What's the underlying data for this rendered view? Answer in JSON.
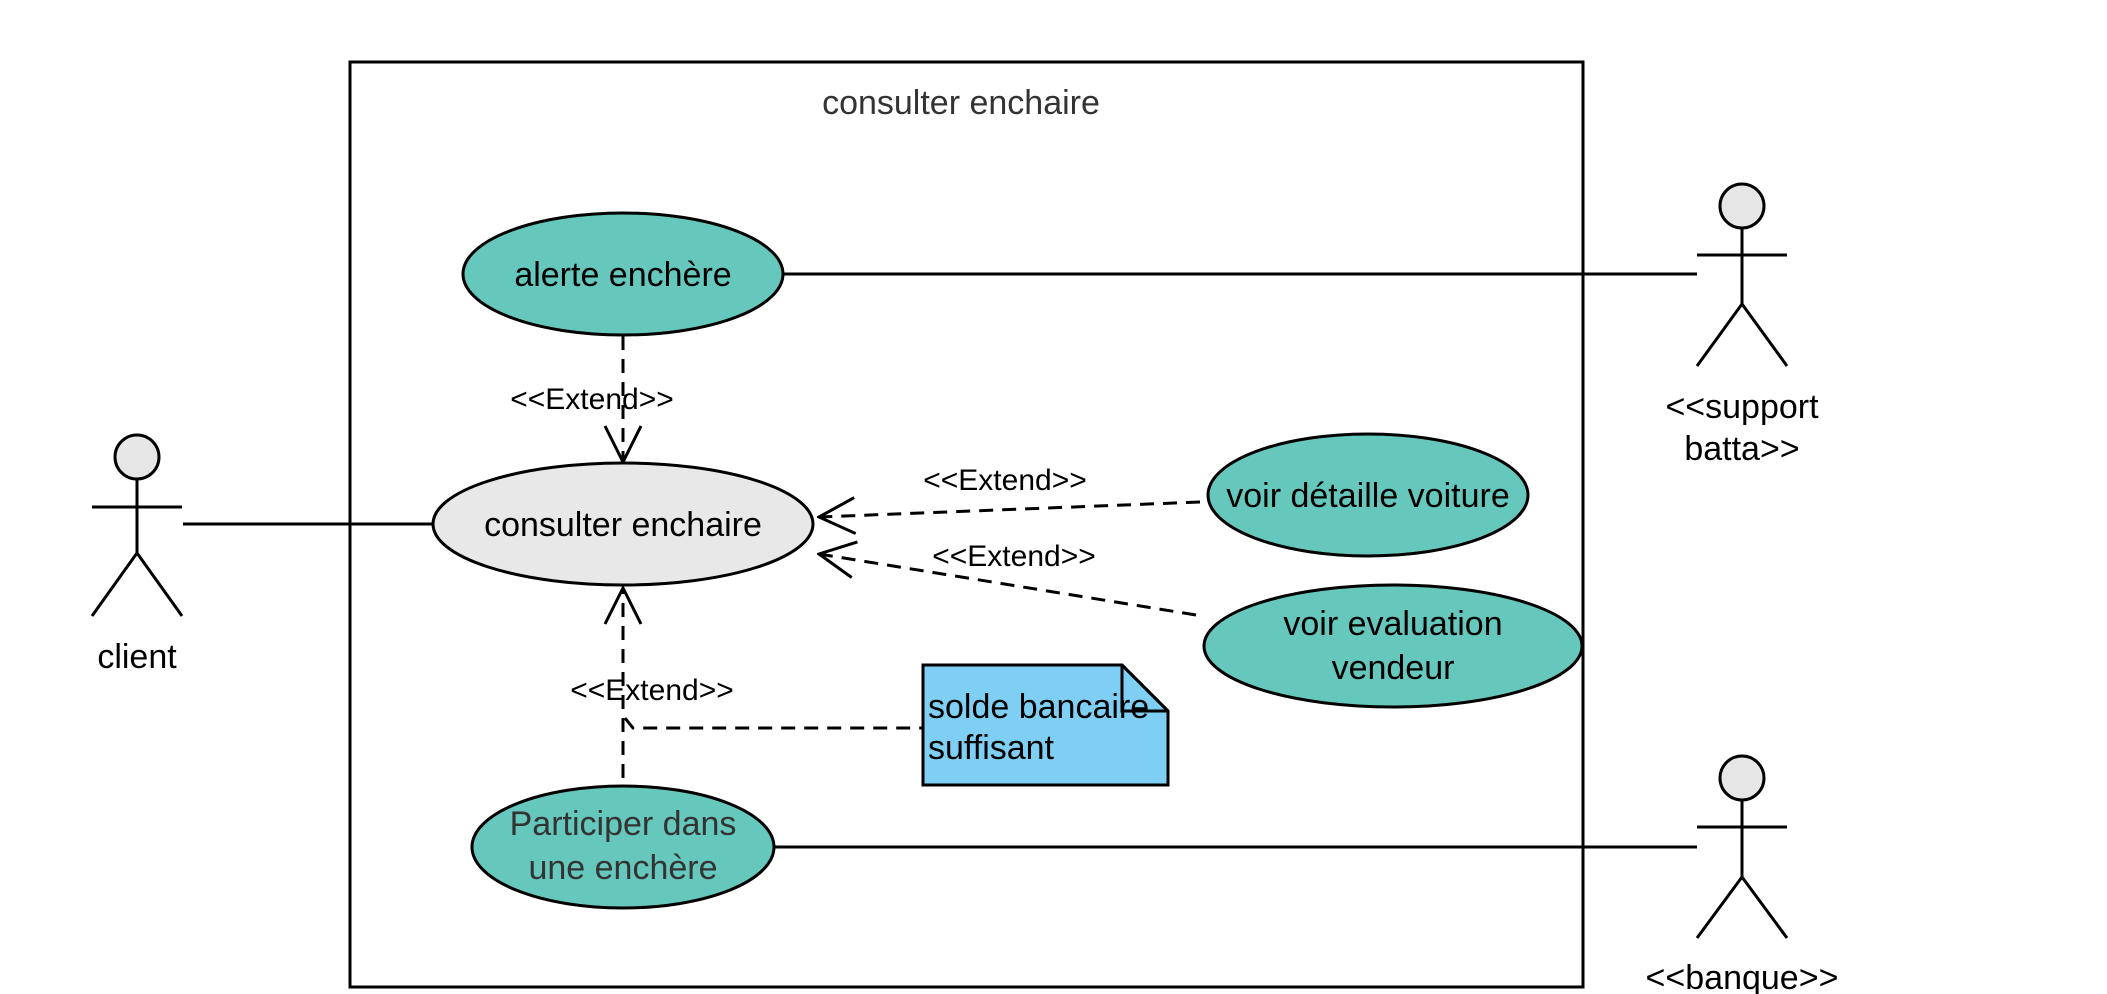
{
  "system": {
    "title": "consulter enchaire"
  },
  "use_cases": {
    "alerte": {
      "label": "alerte enchère"
    },
    "consulter": {
      "label": "consulter enchaire"
    },
    "detail": {
      "label": "voir détaille voiture"
    },
    "evaluation": {
      "line1": "voir evaluation",
      "line2": "vendeur"
    },
    "participer": {
      "line1": "Participer dans",
      "line2": "une enchère"
    }
  },
  "actors": {
    "client": {
      "label": "client"
    },
    "support": {
      "line1": "<<support",
      "line2": "batta>>"
    },
    "banque": {
      "label": "<<banque>>"
    }
  },
  "relations": {
    "extend_alerte": "<<Extend>>",
    "extend_detail": "<<Extend>>",
    "extend_evaluation": "<<Extend>>",
    "extend_participer": "<<Extend>>"
  },
  "note": {
    "line1": "solde bancaire",
    "line2": "suffisant"
  },
  "colors": {
    "use_case_fill": "#66c7bc",
    "main_use_case_fill": "#e8e8e8",
    "note_fill": "#7ecff3",
    "actor_head_fill": "#e6e6e6",
    "stroke": "#000000"
  }
}
